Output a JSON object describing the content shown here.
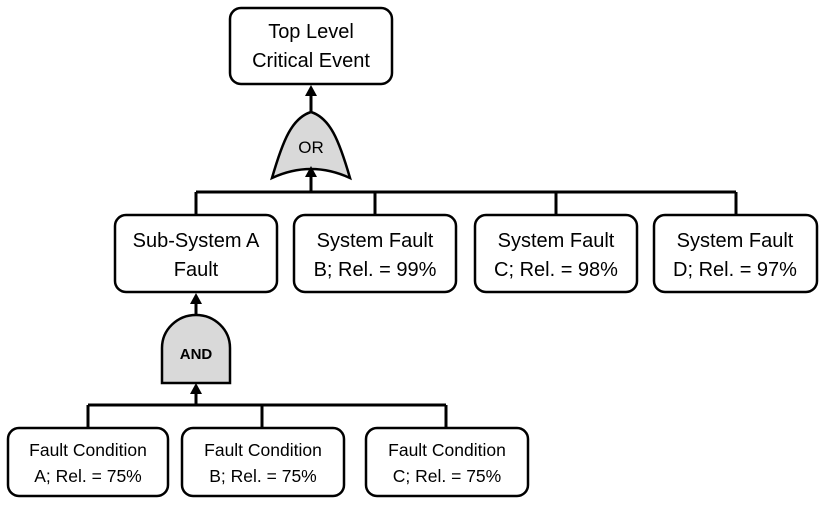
{
  "diagram": {
    "top_event": {
      "line1": "Top Level",
      "line2": "Critical Event"
    },
    "or_gate": {
      "label": "OR"
    },
    "level2": [
      {
        "line1": "Sub-System A",
        "line2": "Fault"
      },
      {
        "line1": "System Fault",
        "line2": "B; Rel. = 99%"
      },
      {
        "line1": "System Fault",
        "line2": "C; Rel. = 98%"
      },
      {
        "line1": "System Fault",
        "line2": "D; Rel. = 97%"
      }
    ],
    "and_gate": {
      "label": "AND"
    },
    "level3": [
      {
        "line1": "Fault Condition",
        "line2": "A; Rel. = 75%"
      },
      {
        "line1": "Fault Condition",
        "line2": "B; Rel. = 75%"
      },
      {
        "line1": "Fault Condition",
        "line2": "C; Rel. = 75%"
      }
    ],
    "colors": {
      "gate_fill": "#d9d9d9",
      "stroke": "#000000",
      "box_fill": "#ffffff"
    }
  }
}
